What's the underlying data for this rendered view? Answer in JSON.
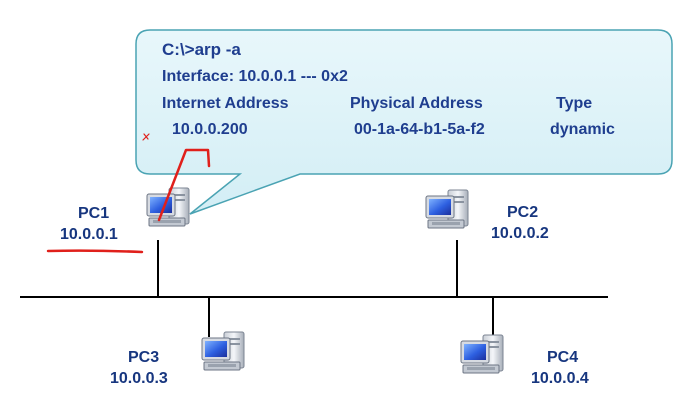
{
  "callout": {
    "command": "C:\\>arp -a",
    "interface_line": "Interface: 10.0.0.1 --- 0x2",
    "headers": [
      "Internet Address",
      "Physical Address",
      "Type"
    ],
    "row": [
      "10.0.0.200",
      "00-1a-64-b1-5a-f2",
      "dynamic"
    ]
  },
  "hosts": [
    {
      "name": "PC1",
      "ip": "10.0.0.1"
    },
    {
      "name": "PC2",
      "ip": "10.0.0.2"
    },
    {
      "name": "PC3",
      "ip": "10.0.0.3"
    },
    {
      "name": "PC4",
      "ip": "10.0.0.4"
    }
  ],
  "colors": {
    "text": "#1f3e8f",
    "callout_fill": "#dff3f8",
    "callout_border": "#4aa3b3",
    "annotation": "#e0201b",
    "bus": "#000000"
  }
}
